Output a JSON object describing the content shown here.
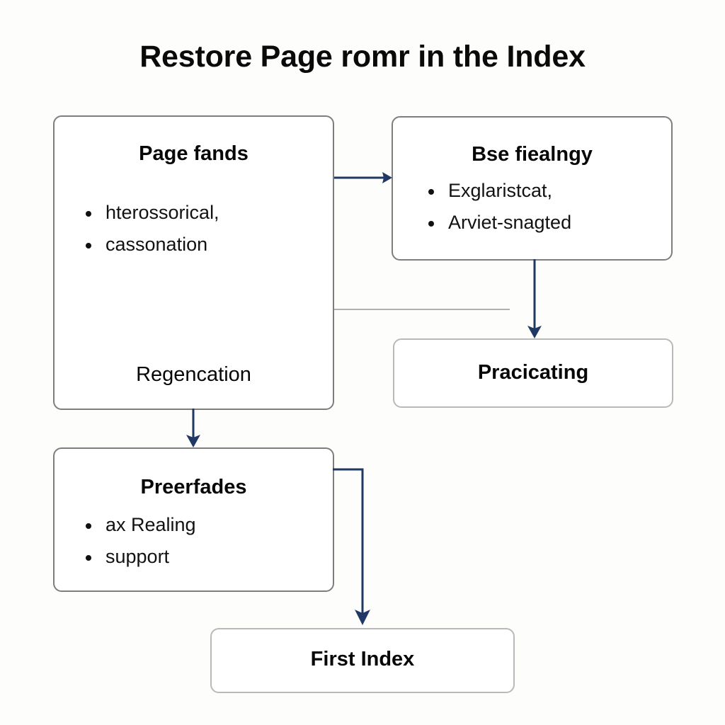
{
  "diagram": {
    "title": "Restore Page romr in the Index",
    "type": "flowchart",
    "background_color": "#fdfdfc",
    "accent_color": "#1f3864",
    "border_color": "#7e7e7e",
    "border_color_light": "#b9b9b9",
    "nodes": [
      {
        "id": "page-fands",
        "heading": "Page fands",
        "bullets": [
          "hterossorical,",
          "cassonation"
        ],
        "footer": "Regencation"
      },
      {
        "id": "bse-fiealngy",
        "heading": "Bse fiealngy",
        "bullets": [
          "Exglaristcat,",
          "Arviet-snagted"
        ]
      },
      {
        "id": "pracicating",
        "heading": "Pracicating"
      },
      {
        "id": "preerfades",
        "heading": "Preerfades",
        "bullets": [
          "ax Realing",
          "support"
        ]
      },
      {
        "id": "first-index",
        "heading": "First Index"
      }
    ],
    "connectors": [
      {
        "id": "page-fands-to-bse-fiealngy",
        "style": "arrow-right"
      },
      {
        "id": "bse-fiealngy-to-pracicating",
        "style": "arrow-down"
      },
      {
        "id": "page-fands-to-preerfades",
        "style": "arrow-down"
      },
      {
        "id": "preerfades-to-first-index",
        "style": "elbow-arrow-down"
      },
      {
        "id": "page-fands-to-pracicating-guide",
        "style": "plain-line"
      }
    ]
  }
}
